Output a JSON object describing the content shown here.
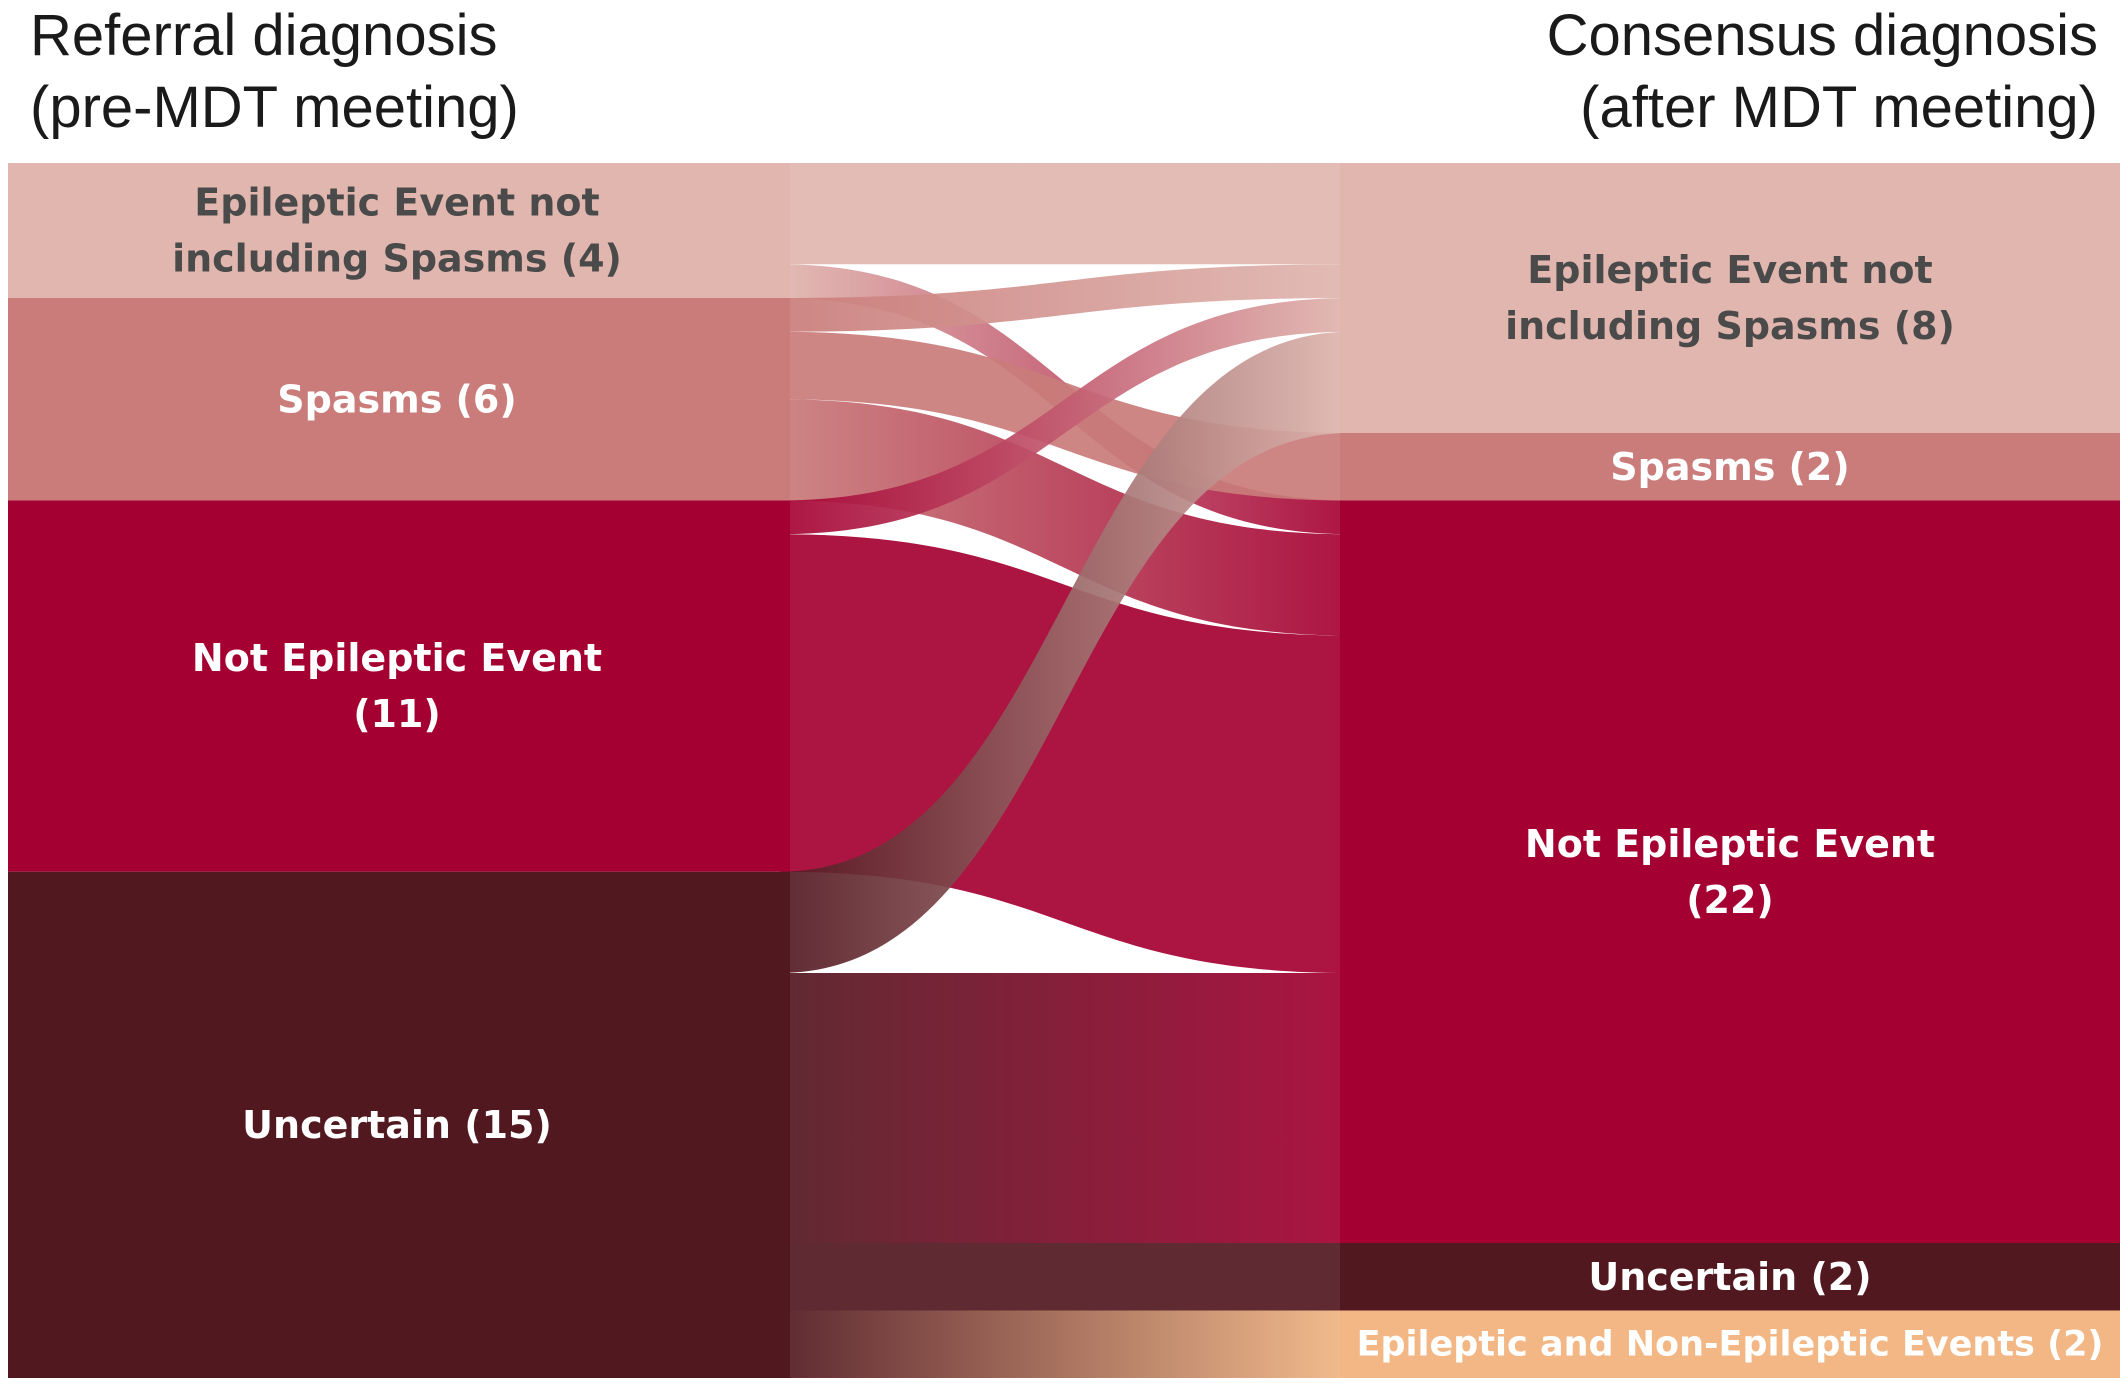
{
  "titles": {
    "left": [
      "Referral diagnosis",
      "(pre-MDT meeting)"
    ],
    "right": [
      "Consensus diagnosis",
      "(after MDT meeting)"
    ]
  },
  "chart_data": {
    "type": "sankey",
    "left_nodes": [
      {
        "id": "L_EE",
        "label_lines": [
          "Epileptic Event not",
          "including Spasms (4)"
        ],
        "value": 4,
        "color": "#e0b6af",
        "text_color": "#4a4a4a"
      },
      {
        "id": "L_SP",
        "label_lines": [
          "Spasms (6)"
        ],
        "value": 6,
        "color": "#c97c7a",
        "text_color": "#ffffff"
      },
      {
        "id": "L_NE",
        "label_lines": [
          "Not Epileptic Event",
          "(11)"
        ],
        "value": 11,
        "color": "#a50032",
        "text_color": "#ffffff"
      },
      {
        "id": "L_UN",
        "label_lines": [
          "Uncertain (15)"
        ],
        "value": 15,
        "color": "#521820",
        "text_color": "#ffffff"
      }
    ],
    "right_nodes": [
      {
        "id": "R_EE",
        "label_lines": [
          "Epileptic Event not",
          "including Spasms (8)"
        ],
        "value": 8,
        "color": "#e0b6af",
        "text_color": "#4a4a4a"
      },
      {
        "id": "R_SP",
        "label_lines": [
          "Spasms (2)"
        ],
        "value": 2,
        "color": "#c97c7a",
        "text_color": "#ffffff"
      },
      {
        "id": "R_NE",
        "label_lines": [
          "Not Epileptic Event",
          "(22)"
        ],
        "value": 22,
        "color": "#a50032",
        "text_color": "#ffffff"
      },
      {
        "id": "R_UN",
        "label_lines": [
          "Uncertain (2)"
        ],
        "value": 2,
        "color": "#521820",
        "text_color": "#ffffff"
      },
      {
        "id": "R_EN",
        "label_lines": [
          "Epileptic and Non-Epileptic Events (2)"
        ],
        "value": 2,
        "color": "#f2b784",
        "text_color": "#ffffff"
      }
    ],
    "flows": [
      {
        "source": "L_EE",
        "target": "R_EE",
        "value": 3
      },
      {
        "source": "L_EE",
        "target": "R_NE",
        "value": 1
      },
      {
        "source": "L_SP",
        "target": "R_EE",
        "value": 1
      },
      {
        "source": "L_SP",
        "target": "R_SP",
        "value": 2
      },
      {
        "source": "L_SP",
        "target": "R_NE",
        "value": 3
      },
      {
        "source": "L_NE",
        "target": "R_EE",
        "value": 1
      },
      {
        "source": "L_NE",
        "target": "R_NE",
        "value": 10
      },
      {
        "source": "L_UN",
        "target": "R_EE",
        "value": 3
      },
      {
        "source": "L_UN",
        "target": "R_NE",
        "value": 8
      },
      {
        "source": "L_UN",
        "target": "R_UN",
        "value": 2
      },
      {
        "source": "L_UN",
        "target": "R_EN",
        "value": 2
      }
    ]
  }
}
